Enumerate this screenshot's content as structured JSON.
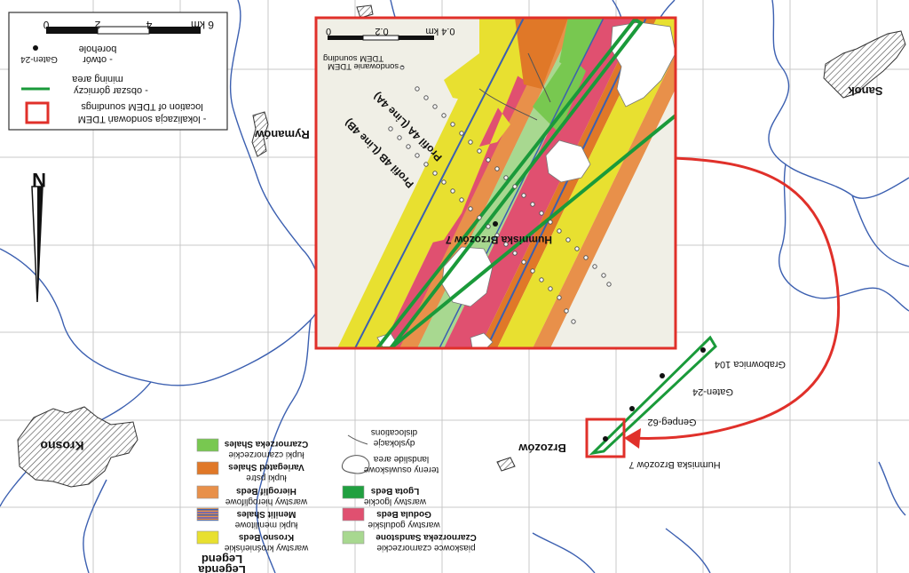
{
  "scale": {
    "ticks": [
      "0",
      "2",
      "4",
      "6 km"
    ]
  },
  "top_legend": {
    "items": [
      {
        "pl": "- otwór",
        "en": "borehole",
        "sample": "Gaten-24",
        "kind": "dot"
      },
      {
        "pl": "- obszar górniczy",
        "en": "mining area",
        "kind": "line",
        "color": "#1a9a3a"
      },
      {
        "pl": "- lokalizacja sondowań TDEM",
        "en": "location of TDEM soundings",
        "kind": "box",
        "color": "#e0302a"
      }
    ]
  },
  "towns": {
    "rymanow": "Rymanów",
    "sanok": "Sanok",
    "krosno": "Krosno",
    "brzozow": "Brzozów"
  },
  "wells": {
    "grabownica": "Grabownica 104",
    "gaten": "Gaten-24",
    "genpeg": "Genpeg-62",
    "huminska": "Humniska Brzozów 7"
  },
  "inset": {
    "scale_ticks": [
      "0",
      "0.2",
      "0.4 km"
    ],
    "legend_pl": "- sondowanie TDEM",
    "legend_en": "TDEM sounding",
    "profile_a": "Profil 4A (Line 4A)",
    "profile_b": "Profil 4B (Line 4B)",
    "well_label": "Humniska Brzozów 7"
  },
  "legend": {
    "title_pl": "Legenda",
    "title_en": "Legend",
    "left": [
      {
        "pl": "warstwy krośnieńskie",
        "en": "Krosno Beds",
        "color": "#e8e030"
      },
      {
        "pl": "łupki menilitowe",
        "en": "Menilit Shales",
        "color": "#7a6aa8",
        "striped": true
      },
      {
        "pl": "warstwy hieroglifowe",
        "en": "Hieroglif Beds",
        "color": "#e8904a"
      },
      {
        "pl": "łupki pstre",
        "en": "Variegated Shales",
        "color": "#e07828"
      },
      {
        "pl": "łupki czarnorzeckie",
        "en": "Czarnorzeka Shales",
        "color": "#78c850"
      }
    ],
    "right": [
      {
        "pl": "piaskowce czarnorzeckie",
        "en": "Czarnorzeka Sandstone",
        "color": "#a8d890"
      },
      {
        "pl": "warstwy godulskie",
        "en": "Godula Beds",
        "color": "#e05070"
      },
      {
        "pl": "warstwy lgockie",
        "en": "Lgota Beds",
        "color": "#20a040"
      },
      {
        "pl": "tereny osuwiskowe",
        "en": "landslide area",
        "kind": "landslide"
      },
      {
        "pl": "dyslokacje",
        "en": "dislocations",
        "kind": "dislocation"
      }
    ]
  },
  "colors": {
    "river": "#3b5fb0",
    "grid": "#c9c9c9",
    "mining": "#1a9a3a",
    "tdem": "#e0302a",
    "arrow": "#e0302a"
  }
}
